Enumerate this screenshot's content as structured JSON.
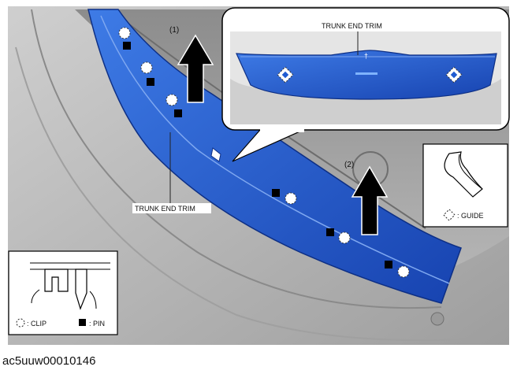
{
  "labels": {
    "trunk_end_trim_main": "TRUNK END TRIM",
    "trunk_end_trim_detail": "TRUNK END TRIM",
    "step_1": "(1)",
    "step_2": "(2)"
  },
  "legend": {
    "clip": ": CLIP",
    "pin": ": PIN",
    "guide": ": GUIDE"
  },
  "figure_code": "ac5uuw00010146",
  "colors": {
    "trim_blue": "#1f5bd1",
    "body_gray": "#b9b9b9",
    "arrow_black": "#000000"
  },
  "icons": [
    "clip-icon",
    "pin-icon",
    "guide-icon",
    "direction-arrow-icon"
  ]
}
